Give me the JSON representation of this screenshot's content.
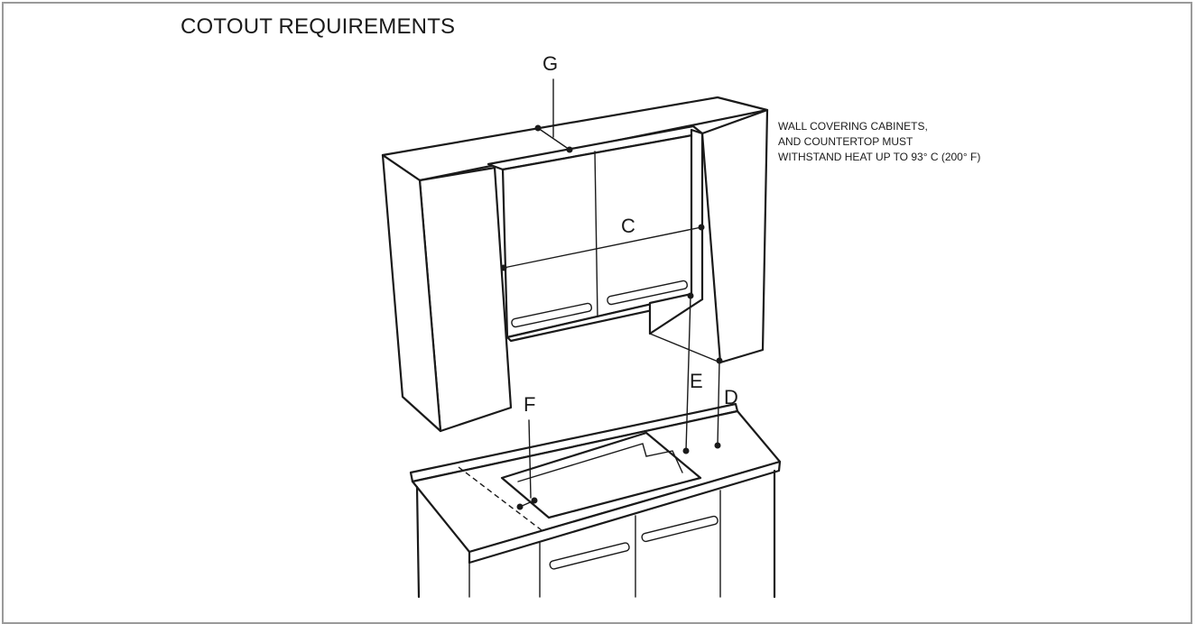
{
  "title": "COTOUT REQUIREMENTS",
  "note": {
    "lines": [
      "WALL COVERING CABINETS,",
      "AND COUNTERTOP MUST",
      "WITHSTAND HEAT UP TO 93° C (200° F)"
    ]
  },
  "labels": {
    "g": "G",
    "c": "C",
    "e": "E",
    "d": "D",
    "f": "F"
  },
  "colors": {
    "line": "#1a1a1a",
    "frame": "#9a9a9a",
    "background": "#ffffff"
  }
}
